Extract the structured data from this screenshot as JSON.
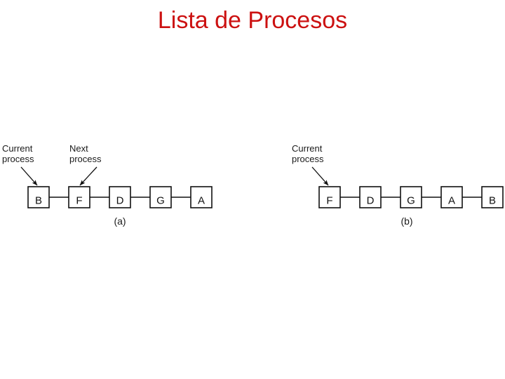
{
  "slide": {
    "title": "Lista de Procesos",
    "title_color": "#cc1111",
    "background_color": "#ffffff"
  },
  "figures": [
    {
      "id": "a",
      "caption": "(a)",
      "boxes": [
        {
          "label": "B"
        },
        {
          "label": "F"
        },
        {
          "label": "D"
        },
        {
          "label": "G"
        },
        {
          "label": "A"
        }
      ],
      "callouts": [
        {
          "name": "current-process",
          "text": "Current\nprocess",
          "target_box": "B"
        },
        {
          "name": "next-process",
          "text": "Next\nprocess",
          "target_box": "F"
        }
      ]
    },
    {
      "id": "b",
      "caption": "(b)",
      "boxes": [
        {
          "label": "F"
        },
        {
          "label": "D"
        },
        {
          "label": "G"
        },
        {
          "label": "A"
        },
        {
          "label": "B"
        }
      ],
      "callouts": [
        {
          "name": "current-process",
          "text": "Current\nprocess",
          "target_box": "F"
        }
      ]
    }
  ],
  "style": {
    "box_stroke": "#111111",
    "link_stroke": "#111111",
    "arrow_stroke": "#111111",
    "box_fill": "#ffffff"
  }
}
